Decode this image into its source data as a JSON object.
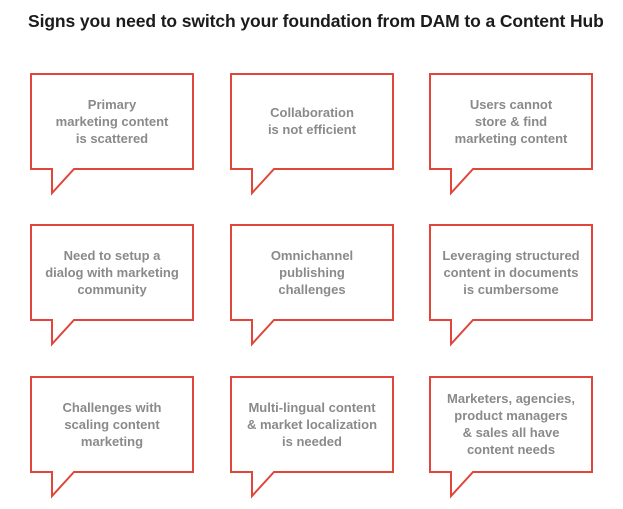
{
  "title": "Signs you need to switch your foundation from DAM to a Content Hub",
  "colors": {
    "border": "#e0463a",
    "text": "#8a8a8a",
    "title": "#1b1b1b"
  },
  "bubbles": [
    {
      "text": "Primary\nmarketing content\nis scattered"
    },
    {
      "text": "Collaboration\nis not efficient"
    },
    {
      "text": "Users cannot\nstore & find\nmarketing content"
    },
    {
      "text": "Need to setup a\ndialog with marketing\ncommunity"
    },
    {
      "text": "Omnichannel\npublishing\nchallenges"
    },
    {
      "text": "Leveraging structured\ncontent in documents\nis cumbersome"
    },
    {
      "text": "Challenges with\nscaling content\nmarketing"
    },
    {
      "text": "Multi-lingual content\n& market localization\nis needed"
    },
    {
      "text": "Marketers, agencies,\nproduct managers\n& sales all have\ncontent needs"
    }
  ]
}
